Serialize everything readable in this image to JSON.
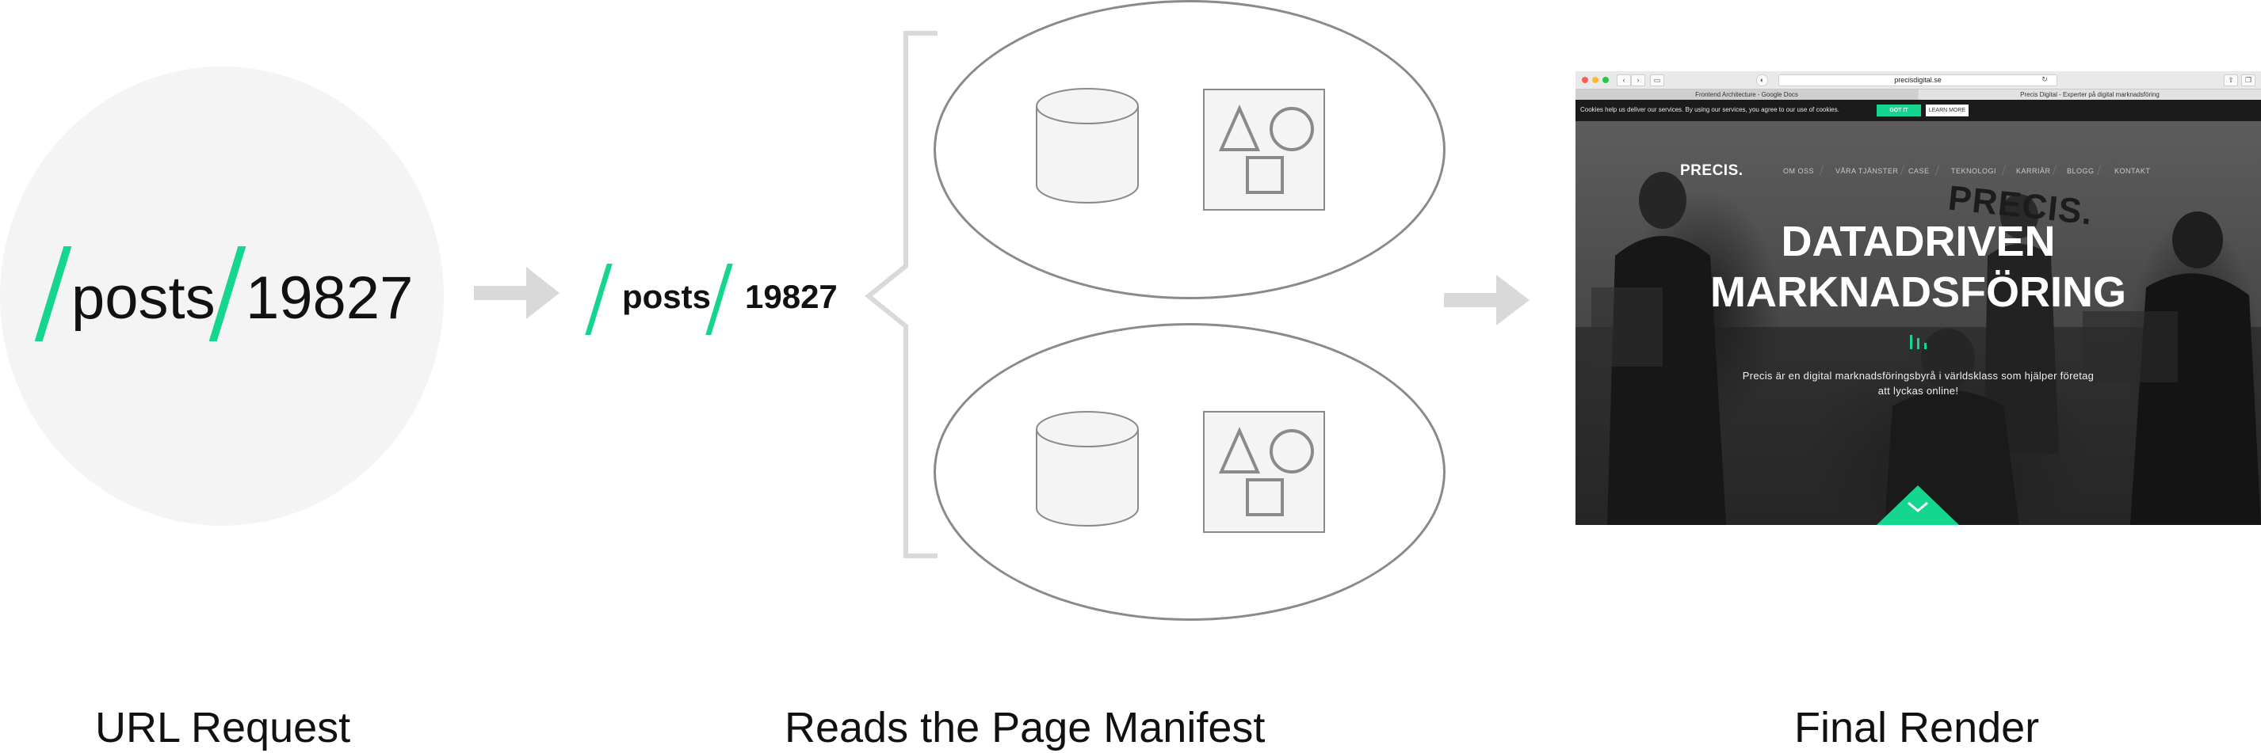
{
  "url_request": {
    "segment_1": "posts",
    "segment_2": "19827",
    "caption": "URL Request"
  },
  "manifest": {
    "segment_1": "posts",
    "segment_2": "19827",
    "caption": "Reads the Page Manifest"
  },
  "final_render": {
    "caption": "Final Render",
    "browser": {
      "address": "precisdigital.se",
      "tabs": [
        "Frontend Architecture - Google Docs",
        "Precis Digital - Experter på digital marknadsföring"
      ],
      "cookie_text": "Cookies help us deliver our services. By using our services, you agree to our use of cookies.",
      "cookie_accept": "GOT IT",
      "cookie_learn": "LEARN MORE",
      "logo": "PRECIS.",
      "nav": [
        "OM OSS",
        "VÅRA TJÄNSTER",
        "CASE",
        "TEKNOLOGI",
        "KARRIÄR",
        "BLOGG",
        "KONTAKT"
      ],
      "hero_line_1": "DATADRIVEN",
      "hero_line_2": "MARKNADSFÖRING",
      "hero_sub_1": "Precis är en digital marknadsföringsbyrå i världsklass som hjälper företag",
      "hero_sub_2": "att lyckas online!",
      "wall_sign": "PRECIS."
    }
  },
  "colors": {
    "accent": "#14d68f",
    "outline": "#8a8a8a",
    "bracket": "#d9d9d9",
    "arrow": "#d9d9d9",
    "circle_fill": "#f4f4f4"
  }
}
